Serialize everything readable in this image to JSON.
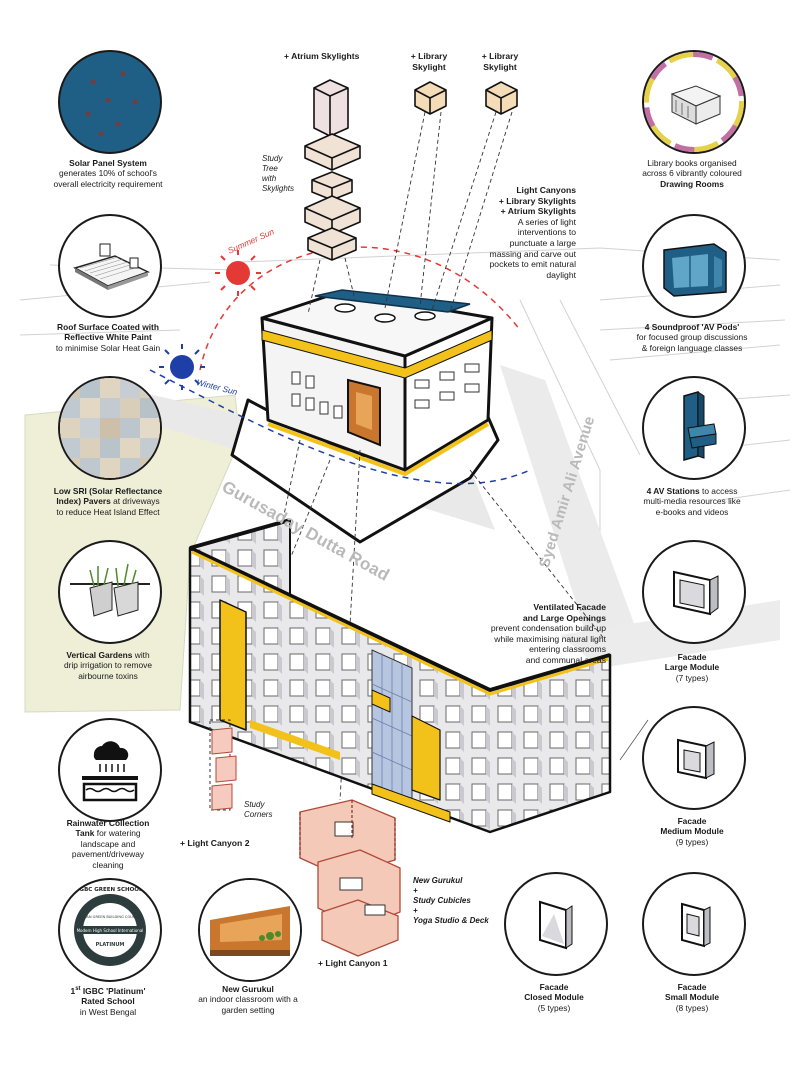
{
  "top_labels": {
    "atrium": "+ Atrium Skylights",
    "library1": [
      "+ Library",
      "Skylight"
    ],
    "library2": [
      "+ Library",
      "Skylight"
    ]
  },
  "callouts": {
    "light_canyons": {
      "title": [
        "Light Canyons",
        "+ Library Skylights",
        "+ Atrium Skylights"
      ],
      "body": [
        "A series of light",
        "interventions to",
        "punctuate a large",
        "massing and carve out",
        "pockets to emit natural",
        "daylight"
      ]
    },
    "ventilated": {
      "title": [
        "Ventilated Facade",
        "and Large Openings"
      ],
      "body": [
        "prevent condensation build-up",
        "while maximising natural light",
        "entering classrooms",
        "and communal areas"
      ]
    }
  },
  "italic_labels": {
    "study_tree": [
      "Study",
      "Tree",
      "with",
      "Skylights"
    ],
    "study_corners": [
      "Study",
      "Corners"
    ],
    "gurukul_stack": [
      "New Gurukul",
      "+",
      "Study Cubicles",
      "+",
      "Yoga Studio & Deck"
    ]
  },
  "canyon_labels": {
    "canyon2": "+ Light Canyon 2",
    "canyon1": "+ Light Canyon 1"
  },
  "sun": {
    "summer": "Summer Sun",
    "winter": "Winter Sun"
  },
  "roads": {
    "gurusaday": "Gurusaday Dutta Road",
    "syed": "Syed Amir Ali Avenue"
  },
  "features": {
    "solar": {
      "bold": "Solar Panel System",
      "lines": [
        "generates 10% of school's",
        "overall electricity requirement"
      ]
    },
    "roof": {
      "bold_lines": [
        "Roof Surface Coated with",
        "Reflective White Paint"
      ],
      "lines": [
        "to minimise Solar Heat Gain"
      ]
    },
    "pavers": {
      "bold_lines": [
        "Low SRI (Solar Reflectance",
        "Index) Pavers"
      ],
      "inline": " at driveways",
      "lines": [
        "to reduce Heat Island Effect"
      ]
    },
    "gardens": {
      "bold": "Vertical Gardens",
      "inline": " with",
      "lines": [
        "drip irrigation to remove",
        "airbourne toxins"
      ]
    },
    "rainwater": {
      "bold_lines": [
        "Rainwater Collection",
        "Tank"
      ],
      "inline": " for watering",
      "lines": [
        "landscape and",
        "pavement/driveway",
        "cleaning"
      ]
    },
    "igbc": {
      "bold_pre": "1",
      "sup": "st",
      "bold_post": " IGBC 'Platinum'",
      "bold2": "Rated School",
      "lines": [
        "in West Bengal"
      ],
      "seal_top": "IGBC GREEN SCHOOL",
      "seal_ring": "INDIAN GREEN BUILDING COUNCIL",
      "seal_band": "Modern High School International",
      "seal_grade": "PLATINUM"
    },
    "gurukul": {
      "bold": "New Gurukul",
      "lines": [
        "an indoor classroom with a",
        "garden setting"
      ]
    },
    "library": {
      "lines": [
        "Library books organised",
        "across 6 vibrantly coloured"
      ],
      "bold": "Drawing Rooms"
    },
    "pods": {
      "bold": "4 Soundproof 'AV Pods'",
      "lines": [
        "for focused group discussions",
        "& foreign language classes"
      ]
    },
    "av": {
      "bold": "4 AV Stations",
      "inline": " to access",
      "lines": [
        "multi-media resources like",
        "e-books and videos"
      ]
    },
    "large": {
      "bold_lines": [
        "Facade",
        "Large Module"
      ],
      "lines": [
        "(7 types)"
      ]
    },
    "medium": {
      "bold_lines": [
        "Facade",
        "Medium Module"
      ],
      "lines": [
        "(9 types)"
      ]
    },
    "closed": {
      "bold_lines": [
        "Facade",
        "Closed Module"
      ],
      "lines": [
        "(5 types)"
      ]
    },
    "small": {
      "bold_lines": [
        "Facade",
        "Small Module"
      ],
      "lines": [
        "(8 types)"
      ]
    }
  },
  "colors": {
    "solar_blue": "#1f5f86",
    "accent_yellow": "#f2c21a",
    "canyon_orange": "#e8a08a",
    "sun_red": "#e53935",
    "sun_blue": "#1f3fa8",
    "site_green": "#efefd8"
  }
}
